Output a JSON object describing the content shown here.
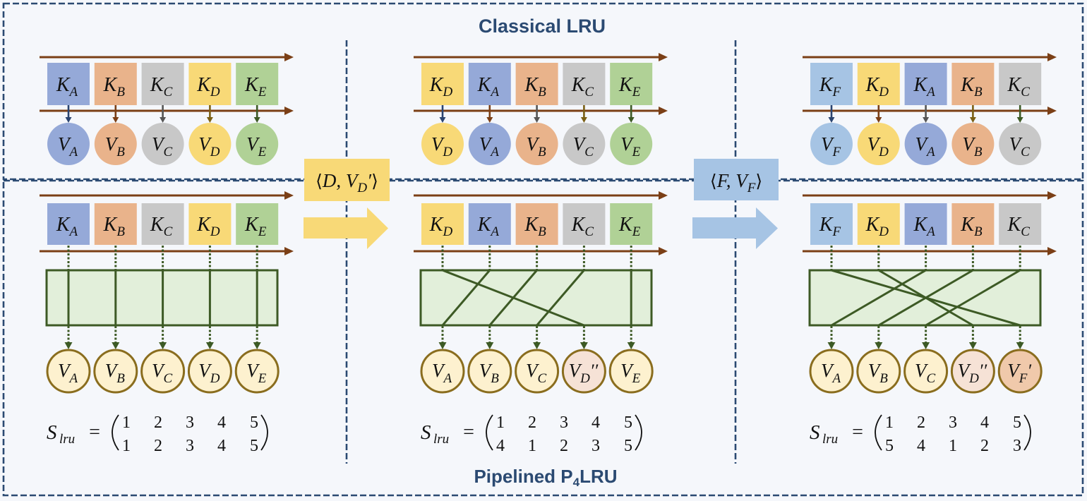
{
  "titles": {
    "classical": "Classical LRU",
    "pipelined_prefix": "Pipelined P",
    "pipelined_subscript": "4",
    "pipelined_suffix": "LRU"
  },
  "symbols": {
    "key": "K",
    "value": "V",
    "s_name": "S",
    "s_subscript": "lru",
    "equals": "="
  },
  "colors": {
    "background": "#f5f7fb",
    "border": "#2b4a72",
    "title": "#2b4a72",
    "text": "#111111",
    "pipeline_arrow": "#7b3f16",
    "crossbar_fill": "#e2efda",
    "crossbar_stroke": "#3d5a25",
    "value_node_stroke": "#8a6d1e",
    "slot_connectors": [
      "#2a4470",
      "#7b3f16",
      "#555555",
      "#7a5f14",
      "#3d5a25"
    ],
    "entries": {
      "A": "#95a9d8",
      "B": "#e9b38b",
      "C": "#c8c8c8",
      "D": "#f8d977",
      "E": "#b0d196",
      "F": "#a6c4e4"
    }
  },
  "panels": [
    {
      "classical": {
        "keys": [
          "A",
          "B",
          "C",
          "D",
          "E"
        ],
        "values": [
          "A",
          "B",
          "C",
          "D",
          "E"
        ]
      },
      "pipelined": {
        "keys": [
          "A",
          "B",
          "C",
          "D",
          "E"
        ],
        "values": [
          {
            "sub": "A",
            "prime": "",
            "fill": "#fdf1cf"
          },
          {
            "sub": "B",
            "prime": "",
            "fill": "#fdf1cf"
          },
          {
            "sub": "C",
            "prime": "",
            "fill": "#fdf1cf"
          },
          {
            "sub": "D",
            "prime": "",
            "fill": "#fdf1cf"
          },
          {
            "sub": "E",
            "prime": "",
            "fill": "#fdf1cf"
          }
        ]
      },
      "s_lru": [
        [
          1,
          2,
          3,
          4,
          5
        ],
        [
          1,
          2,
          3,
          4,
          5
        ]
      ]
    },
    {
      "classical": {
        "keys": [
          "D",
          "A",
          "B",
          "C",
          "E"
        ],
        "values": [
          "D",
          "A",
          "B",
          "C",
          "E"
        ]
      },
      "pipelined": {
        "keys": [
          "D",
          "A",
          "B",
          "C",
          "E"
        ],
        "values": [
          {
            "sub": "A",
            "prime": "",
            "fill": "#fdf1cf"
          },
          {
            "sub": "B",
            "prime": "",
            "fill": "#fdf1cf"
          },
          {
            "sub": "C",
            "prime": "",
            "fill": "#fdf1cf"
          },
          {
            "sub": "D",
            "prime": "′′",
            "fill": "#f6e2d6"
          },
          {
            "sub": "E",
            "prime": "",
            "fill": "#fdf1cf"
          }
        ]
      },
      "s_lru": [
        [
          1,
          2,
          3,
          4,
          5
        ],
        [
          4,
          1,
          2,
          3,
          5
        ]
      ]
    },
    {
      "classical": {
        "keys": [
          "F",
          "D",
          "A",
          "B",
          "C"
        ],
        "values": [
          "F",
          "D",
          "A",
          "B",
          "C"
        ]
      },
      "pipelined": {
        "keys": [
          "F",
          "D",
          "A",
          "B",
          "C"
        ],
        "values": [
          {
            "sub": "A",
            "prime": "",
            "fill": "#fdf1cf"
          },
          {
            "sub": "B",
            "prime": "",
            "fill": "#fdf1cf"
          },
          {
            "sub": "C",
            "prime": "",
            "fill": "#fdf1cf"
          },
          {
            "sub": "D",
            "prime": "′′",
            "fill": "#f6e2d6"
          },
          {
            "sub": "F",
            "prime": "′",
            "fill": "#f0c9ab"
          }
        ]
      },
      "s_lru": [
        [
          1,
          2,
          3,
          4,
          5
        ],
        [
          5,
          4,
          1,
          2,
          3
        ]
      ]
    }
  ],
  "transitions": [
    {
      "open": "⟨",
      "key": "D",
      "sep": ", ",
      "value": "V",
      "sub": "D",
      "prime": "′",
      "close": "⟩",
      "color": "#f8d977"
    },
    {
      "open": "⟨",
      "key": "F",
      "sep": ", ",
      "value": "V",
      "sub": "F",
      "prime": "",
      "close": "⟩",
      "color": "#a6c4e4"
    }
  ]
}
